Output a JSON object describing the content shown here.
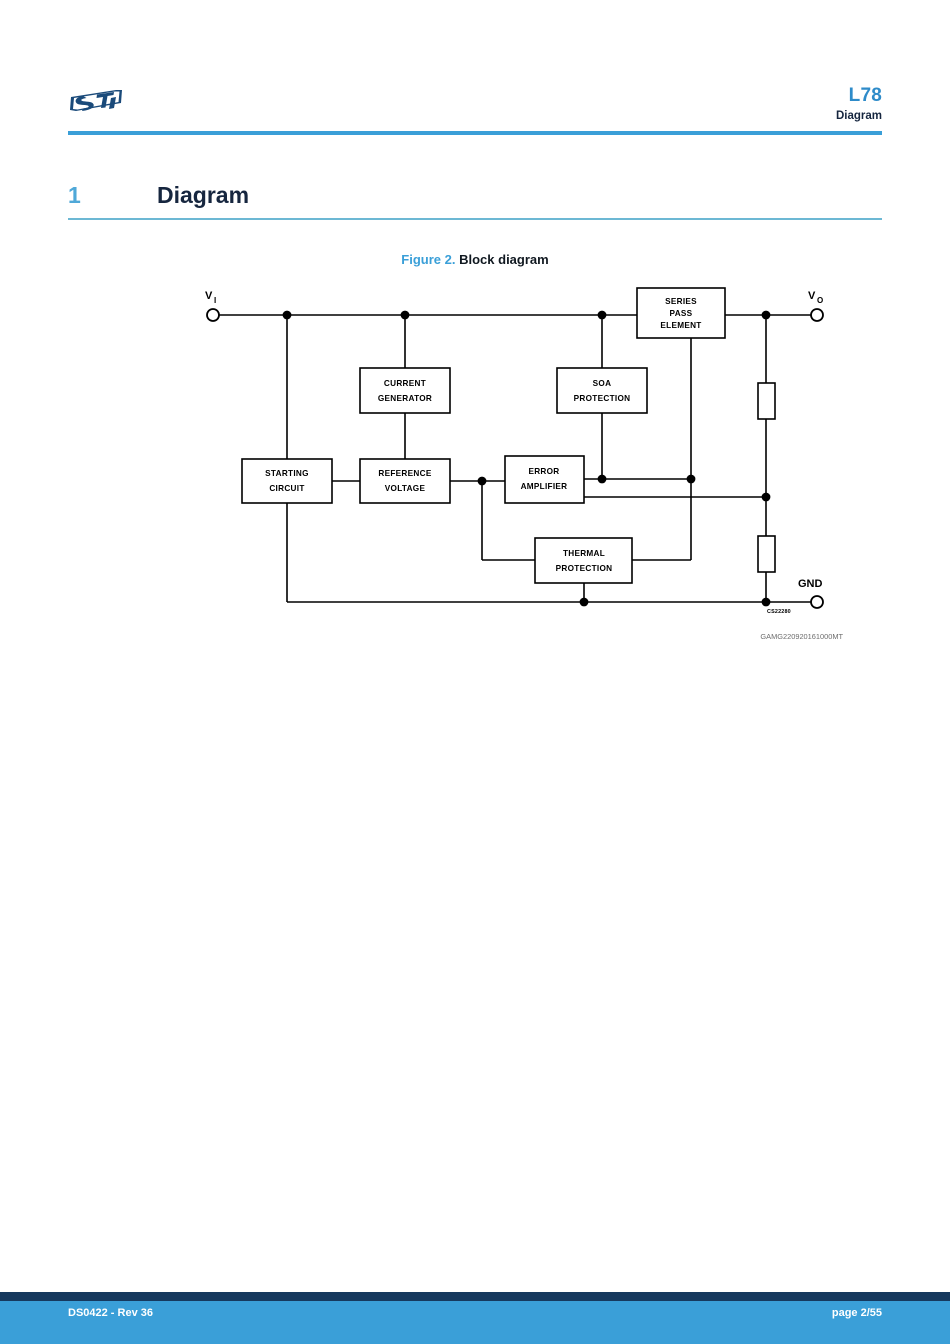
{
  "header": {
    "logo_name": "st-logo",
    "doc_title": "L78",
    "section_name": "Diagram",
    "rule_color": "#3a9fd8"
  },
  "section": {
    "number": "1",
    "title": "Diagram",
    "number_color": "#4fa8d8",
    "title_color": "#16263f"
  },
  "figure": {
    "label": "Figure 2.",
    "title": "Block diagram",
    "drawing_code": "CS22280",
    "watermark": "GAMG220920161000MT",
    "blocks": [
      {
        "id": "series-pass-element",
        "lines": [
          "SERIES",
          "PASS",
          "ELEMENT"
        ]
      },
      {
        "id": "current-generator",
        "lines": [
          "CURRENT",
          "GENERATOR"
        ]
      },
      {
        "id": "soa-protection",
        "lines": [
          "SOA",
          "PROTECTION"
        ]
      },
      {
        "id": "starting-circuit",
        "lines": [
          "STARTING",
          "CIRCUIT"
        ]
      },
      {
        "id": "reference-voltage",
        "lines": [
          "REFERENCE",
          "VOLTAGE"
        ]
      },
      {
        "id": "error-amplifier",
        "lines": [
          "ERROR",
          "AMPLIFIER"
        ]
      },
      {
        "id": "thermal-protection",
        "lines": [
          "THERMAL",
          "PROTECTION"
        ]
      }
    ],
    "terminals": [
      {
        "id": "vi",
        "base": "V",
        "sub": "I"
      },
      {
        "id": "vo",
        "base": "V",
        "sub": "O"
      },
      {
        "id": "gnd",
        "base": "GND",
        "sub": ""
      }
    ]
  },
  "footer": {
    "document": "DS0422 - Rev 36",
    "page": "page 2/55",
    "band_color": "#3a9fd8",
    "rule_color": "#16395e"
  }
}
